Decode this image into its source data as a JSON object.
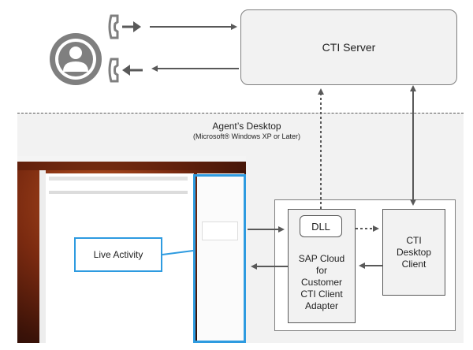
{
  "diagram": {
    "cti_server": {
      "label": "CTI Server"
    },
    "desktop_area": {
      "title": "Agent’s Desktop",
      "subtitle": "(Microsoft® Windows XP or Later)"
    },
    "dll": {
      "label": "DLL"
    },
    "adapter": {
      "lines": [
        "SAP Cloud",
        "for",
        "Customer",
        "CTI Client",
        "Adapter"
      ]
    },
    "cti_desktop_client": {
      "lines": [
        "CTI",
        "Desktop",
        "Client"
      ]
    },
    "live_activity": {
      "label": "Live Activity"
    },
    "colors": {
      "line": "#595959",
      "box_border": "#7f7f7f",
      "server_fill": "#f2f2f2",
      "desktop_fill": "#f2f2f2",
      "highlight": "#2e9be0",
      "agent_icon": "#7f7f7f"
    },
    "icons": [
      "agent-person-icon",
      "incoming-call-phone-icon",
      "outgoing-call-phone-icon"
    ]
  }
}
